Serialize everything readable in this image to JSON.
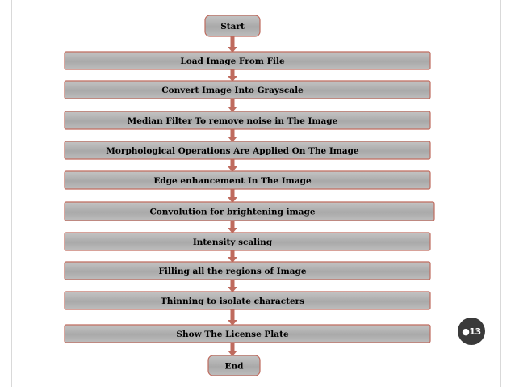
{
  "flowchart": {
    "start": "Start",
    "end": "End",
    "steps": [
      "Load  Image  From  File",
      "Convert  Image  Into  Grayscale",
      "Median Filter  To   remove noise in  The  Image",
      "Morphological  Operations  Are  Applied  On  The  Image",
      "Edge enhancement In  The  Image",
      "Convolution for brightening image",
      "Intensity scaling",
      "Filling all the regions of Image",
      "Thinning to isolate characters",
      "Show  The  License  Plate"
    ]
  },
  "slide_number": "●13"
}
